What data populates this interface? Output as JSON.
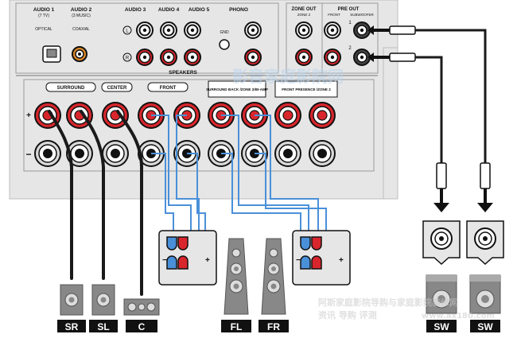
{
  "panel": {
    "inputs": [
      {
        "label": "AUDIO 1",
        "sub": "(7 TV)"
      },
      {
        "label": "AUDIO 2",
        "sub": "(3 MUSIC)"
      },
      {
        "label": "AUDIO 3",
        "sub": ""
      },
      {
        "label": "AUDIO 4",
        "sub": ""
      },
      {
        "label": "AUDIO 5",
        "sub": ""
      },
      {
        "label": "PHONO",
        "sub": ""
      }
    ],
    "optical": "OPTICAL",
    "coaxial": "COAXIAL",
    "gnd": "GND",
    "ch_left": "L",
    "ch_right": "R",
    "zone_out": {
      "title": "ZONE OUT",
      "sub": "ZONE 2"
    },
    "pre_out": {
      "title": "PRE OUT",
      "front": "FRONT",
      "subwoofer": "SUBWOOFER",
      "port1": "1",
      "port2": "2"
    },
    "speakers_title": "SPEAKERS",
    "spk_groups": [
      {
        "label": "SURROUND"
      },
      {
        "label": "CENTER"
      },
      {
        "label": "FRONT"
      },
      {
        "label": "SURROUND BACK /ZONE 2/BI-AMP"
      },
      {
        "label": "FRONT PRESENCE /ZONE 2"
      }
    ],
    "plus": "+",
    "minus": "−"
  },
  "speaker_labels": {
    "sr": "SR",
    "sl": "SL",
    "c": "C",
    "fl": "FL",
    "fr": "FR",
    "sw1": "SW",
    "sw2": "SW"
  },
  "terminal_signs": {
    "minus": "−",
    "plus": "+"
  },
  "watermark": {
    "top": "影音家庭影院网",
    "line1": "阿斯家庭影院导购与家庭影院装修网",
    "line2": "资讯 导购 评测",
    "url": "www.ax180.com"
  },
  "colors": {
    "red": "#d8262c",
    "blue": "#4a90d9",
    "cable_black": "#1a1a1a",
    "panel": "#e6e6e6"
  }
}
